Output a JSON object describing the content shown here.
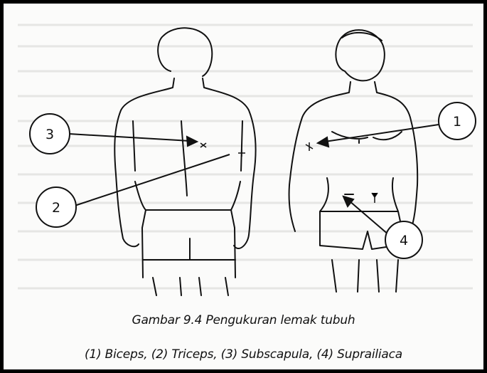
{
  "figure": {
    "caption_title": "Gambar 9.4 Pengukuran lemak tubuh",
    "caption_legend": "(1) Biceps, (2) Triceps, (3) Subscapula, (4) Suprailiaca"
  },
  "markers": [
    {
      "number": "1",
      "site": "Biceps"
    },
    {
      "number": "2",
      "site": "Triceps"
    },
    {
      "number": "3",
      "site": "Subscapula"
    },
    {
      "number": "4",
      "site": "Suprailiaca"
    }
  ],
  "colors": {
    "line": "#111111",
    "background": "#fbfbfa",
    "border": "#000000"
  }
}
